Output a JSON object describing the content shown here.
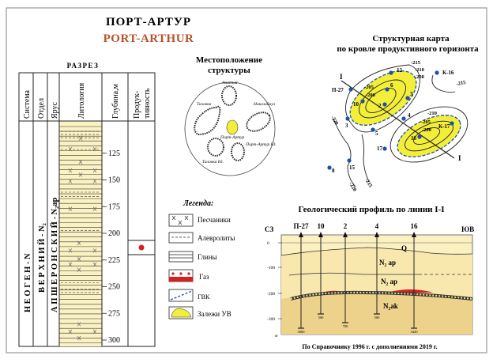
{
  "title": "ПОРТ-АРТУР",
  "subtitle": "PORT-ARTHUR",
  "colors": {
    "title_en": "#b5532a",
    "reservoir": "#f2ee3a",
    "sediment": "#fbf2c4",
    "well": "#1f4fa8",
    "gas": "#d42020"
  },
  "section": {
    "title": "РАЗРЕЗ",
    "headers": [
      "Система",
      "Отдел",
      "Ярус",
      "Литология",
      "Глубина,м",
      "Продук-",
      "тивность"
    ],
    "system": "Н Е О Г Е Н - N",
    "series": "В Е Р Х Н И Й - N₂",
    "stage": "А П Ш Е Р О Н С К И Й - N₂ap",
    "depths": [
      "125",
      "150",
      "175",
      "200",
      "225",
      "250",
      "275",
      "300"
    ]
  },
  "location": {
    "title1": "Местоположение",
    "title2": "структуры",
    "structures": [
      "Ашиный",
      "Таловка",
      "Николайаул",
      "Порт-Артур",
      "Порт-Артур Ю.",
      "Таловка Ю."
    ]
  },
  "map": {
    "title1": "Структурная карта",
    "title2": "по кровле продуктивного горизонта",
    "wells": [
      "К-16",
      "П-27",
      "12",
      "6",
      "3",
      "10",
      "2",
      "3",
      "5",
      "4",
      "К-17",
      "16",
      "17",
      "15",
      "8"
    ],
    "contours": [
      "-215",
      "-210",
      "-208",
      "-205",
      "-200",
      "-215",
      "-210",
      "-205",
      "-200",
      "-220",
      "-220",
      "-215"
    ],
    "line_start": "I",
    "line_end": "I"
  },
  "legend": {
    "title": "Легенда:",
    "items": [
      "Песчаники",
      "Алевролиты",
      "Глины",
      "Газ",
      "ГВК",
      "Залежи УВ"
    ]
  },
  "profile": {
    "title": "Геологический профиль по линии I-I",
    "left_dir": "СЗ",
    "right_dir": "ЮВ",
    "wells": [
      "П-27",
      "10",
      "2",
      "4",
      "16"
    ],
    "well_depths": [
      "3000",
      "500",
      "700",
      "500",
      "3420"
    ],
    "y_ticks": [
      "0",
      "-100",
      "-200",
      "-300"
    ],
    "y_unit": "м",
    "layers": [
      "Q",
      "N₂ ap",
      "N₂ ap",
      "N₂ak"
    ]
  },
  "footnote": "По Справочнику 1996 г. с дополнениями 2019 г."
}
